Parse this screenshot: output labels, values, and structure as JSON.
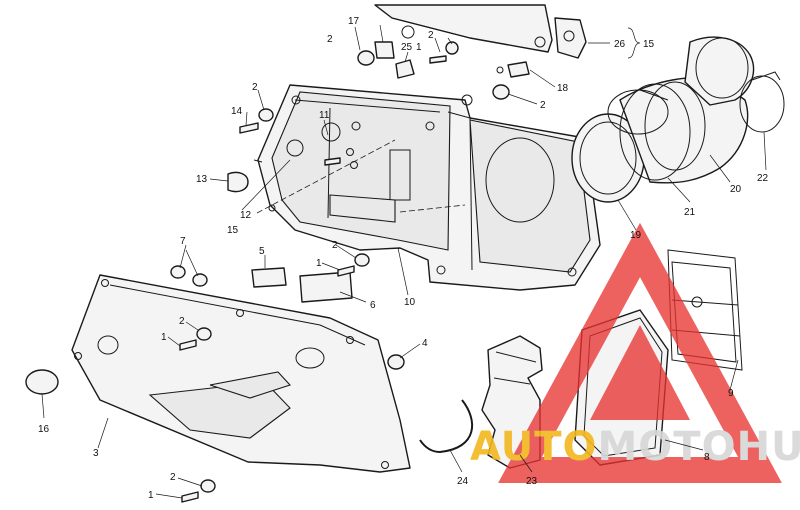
{
  "colors": {
    "line": "#1a1a1a",
    "part_fill": "#f4f4f4",
    "watermark_red": "#e8322f",
    "watermark_yellow": "#f2b61f",
    "watermark_grey": "#d7d7d7"
  },
  "diagram": {
    "callouts": {
      "c1_a": "1",
      "c1_b": "1",
      "c1_c": "1",
      "c1_d": "1",
      "c2_a": "2",
      "c2_b": "2",
      "c2_c": "2",
      "c2_d": "2",
      "c2_e": "2",
      "c2_f": "2",
      "c2_g": "2",
      "c3": "3",
      "c4": "4",
      "c5": "5",
      "c6": "6",
      "c7": "7",
      "c8": "8",
      "c9": "9",
      "c10": "10",
      "c11": "11",
      "c12": "12",
      "c13": "13",
      "c14": "14",
      "c15_a": "15",
      "c15_b": "15",
      "c16": "16",
      "c17": "17",
      "c18": "18",
      "c19": "19",
      "c20": "20",
      "c21": "21",
      "c22": "22",
      "c23": "23",
      "c24": "24",
      "c25": "25",
      "c26": "26"
    }
  },
  "watermark": {
    "word_part1": "AUTO",
    "word_part2": "MOTO",
    "word_part3": "HUB"
  }
}
